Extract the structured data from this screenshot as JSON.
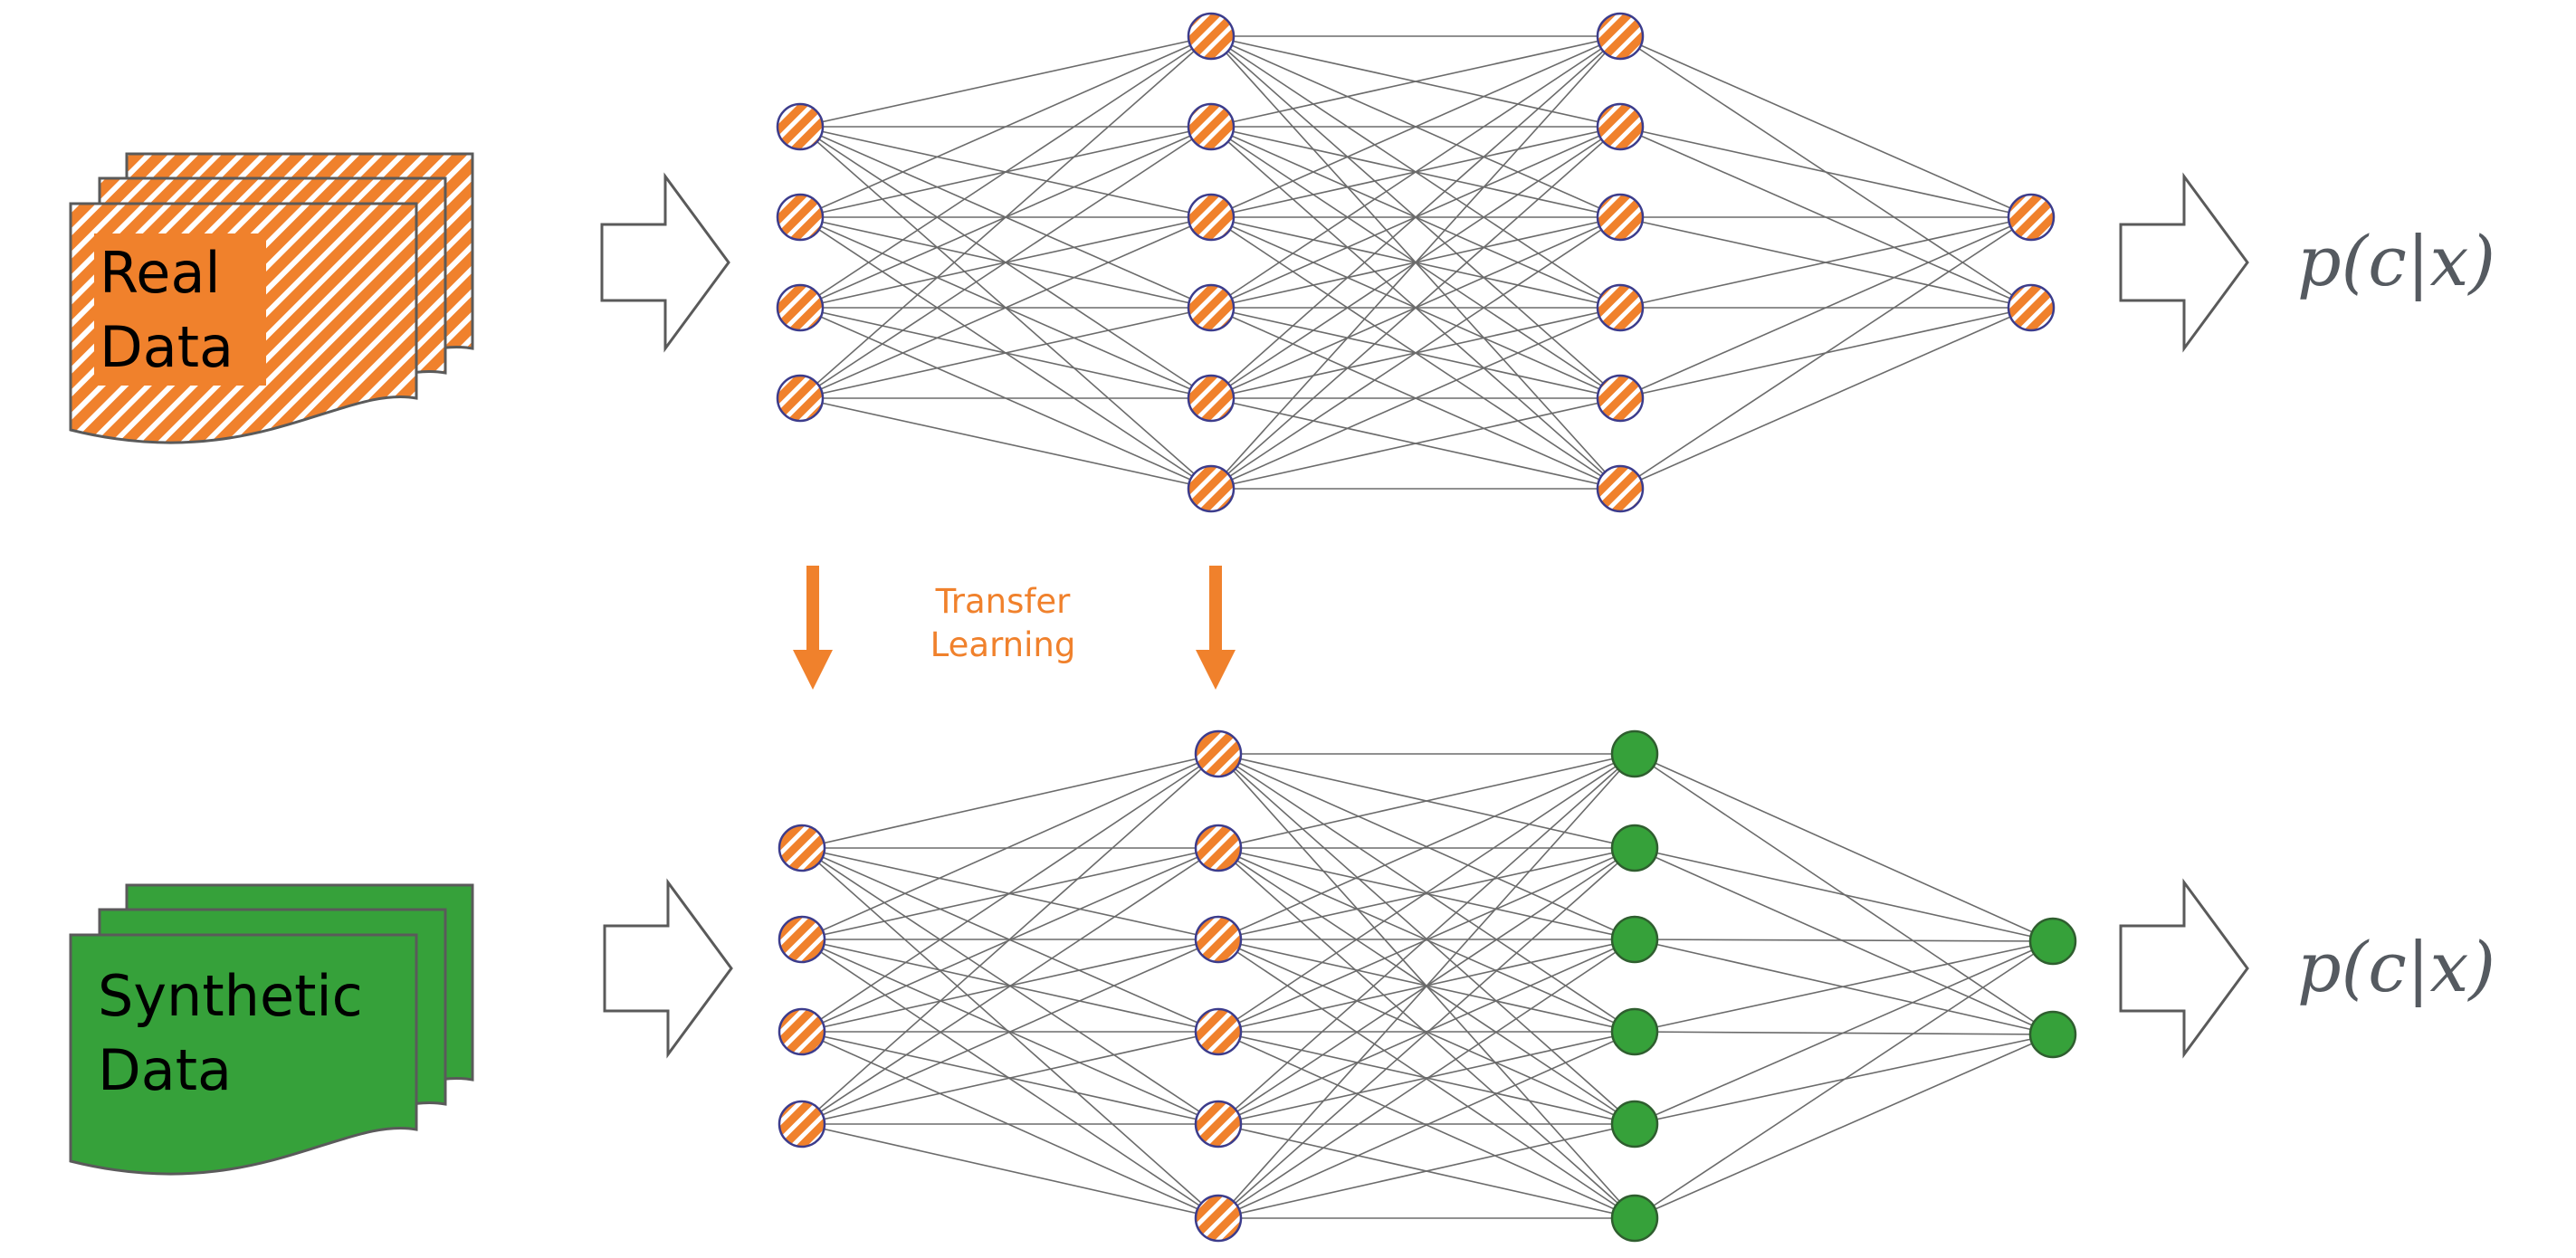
{
  "colors": {
    "orange": "#f0812c",
    "green": "#36a13a",
    "edge": "#6b6b6b",
    "arrow_outline": "#5a5a5a",
    "formula_text": "#555a60"
  },
  "real_data": {
    "label_line1": "Real",
    "label_line2": "Data"
  },
  "synthetic_data": {
    "label_line1": "Synthetic",
    "label_line2": "Data"
  },
  "transfer": {
    "line1": "Transfer",
    "line2": "Learning"
  },
  "outputs": {
    "top": "p(c|x)",
    "bottom": "p(c|x)"
  },
  "networks": [
    {
      "name": "source-network",
      "layers": [
        {
          "size": 4,
          "fill": "orange-hatched"
        },
        {
          "size": 6,
          "fill": "orange-hatched"
        },
        {
          "size": 6,
          "fill": "orange-hatched"
        },
        {
          "size": 2,
          "fill": "orange-hatched"
        }
      ]
    },
    {
      "name": "target-network",
      "layers": [
        {
          "size": 4,
          "fill": "orange-hatched"
        },
        {
          "size": 6,
          "fill": "orange-hatched"
        },
        {
          "size": 6,
          "fill": "green"
        },
        {
          "size": 2,
          "fill": "green"
        }
      ]
    }
  ]
}
